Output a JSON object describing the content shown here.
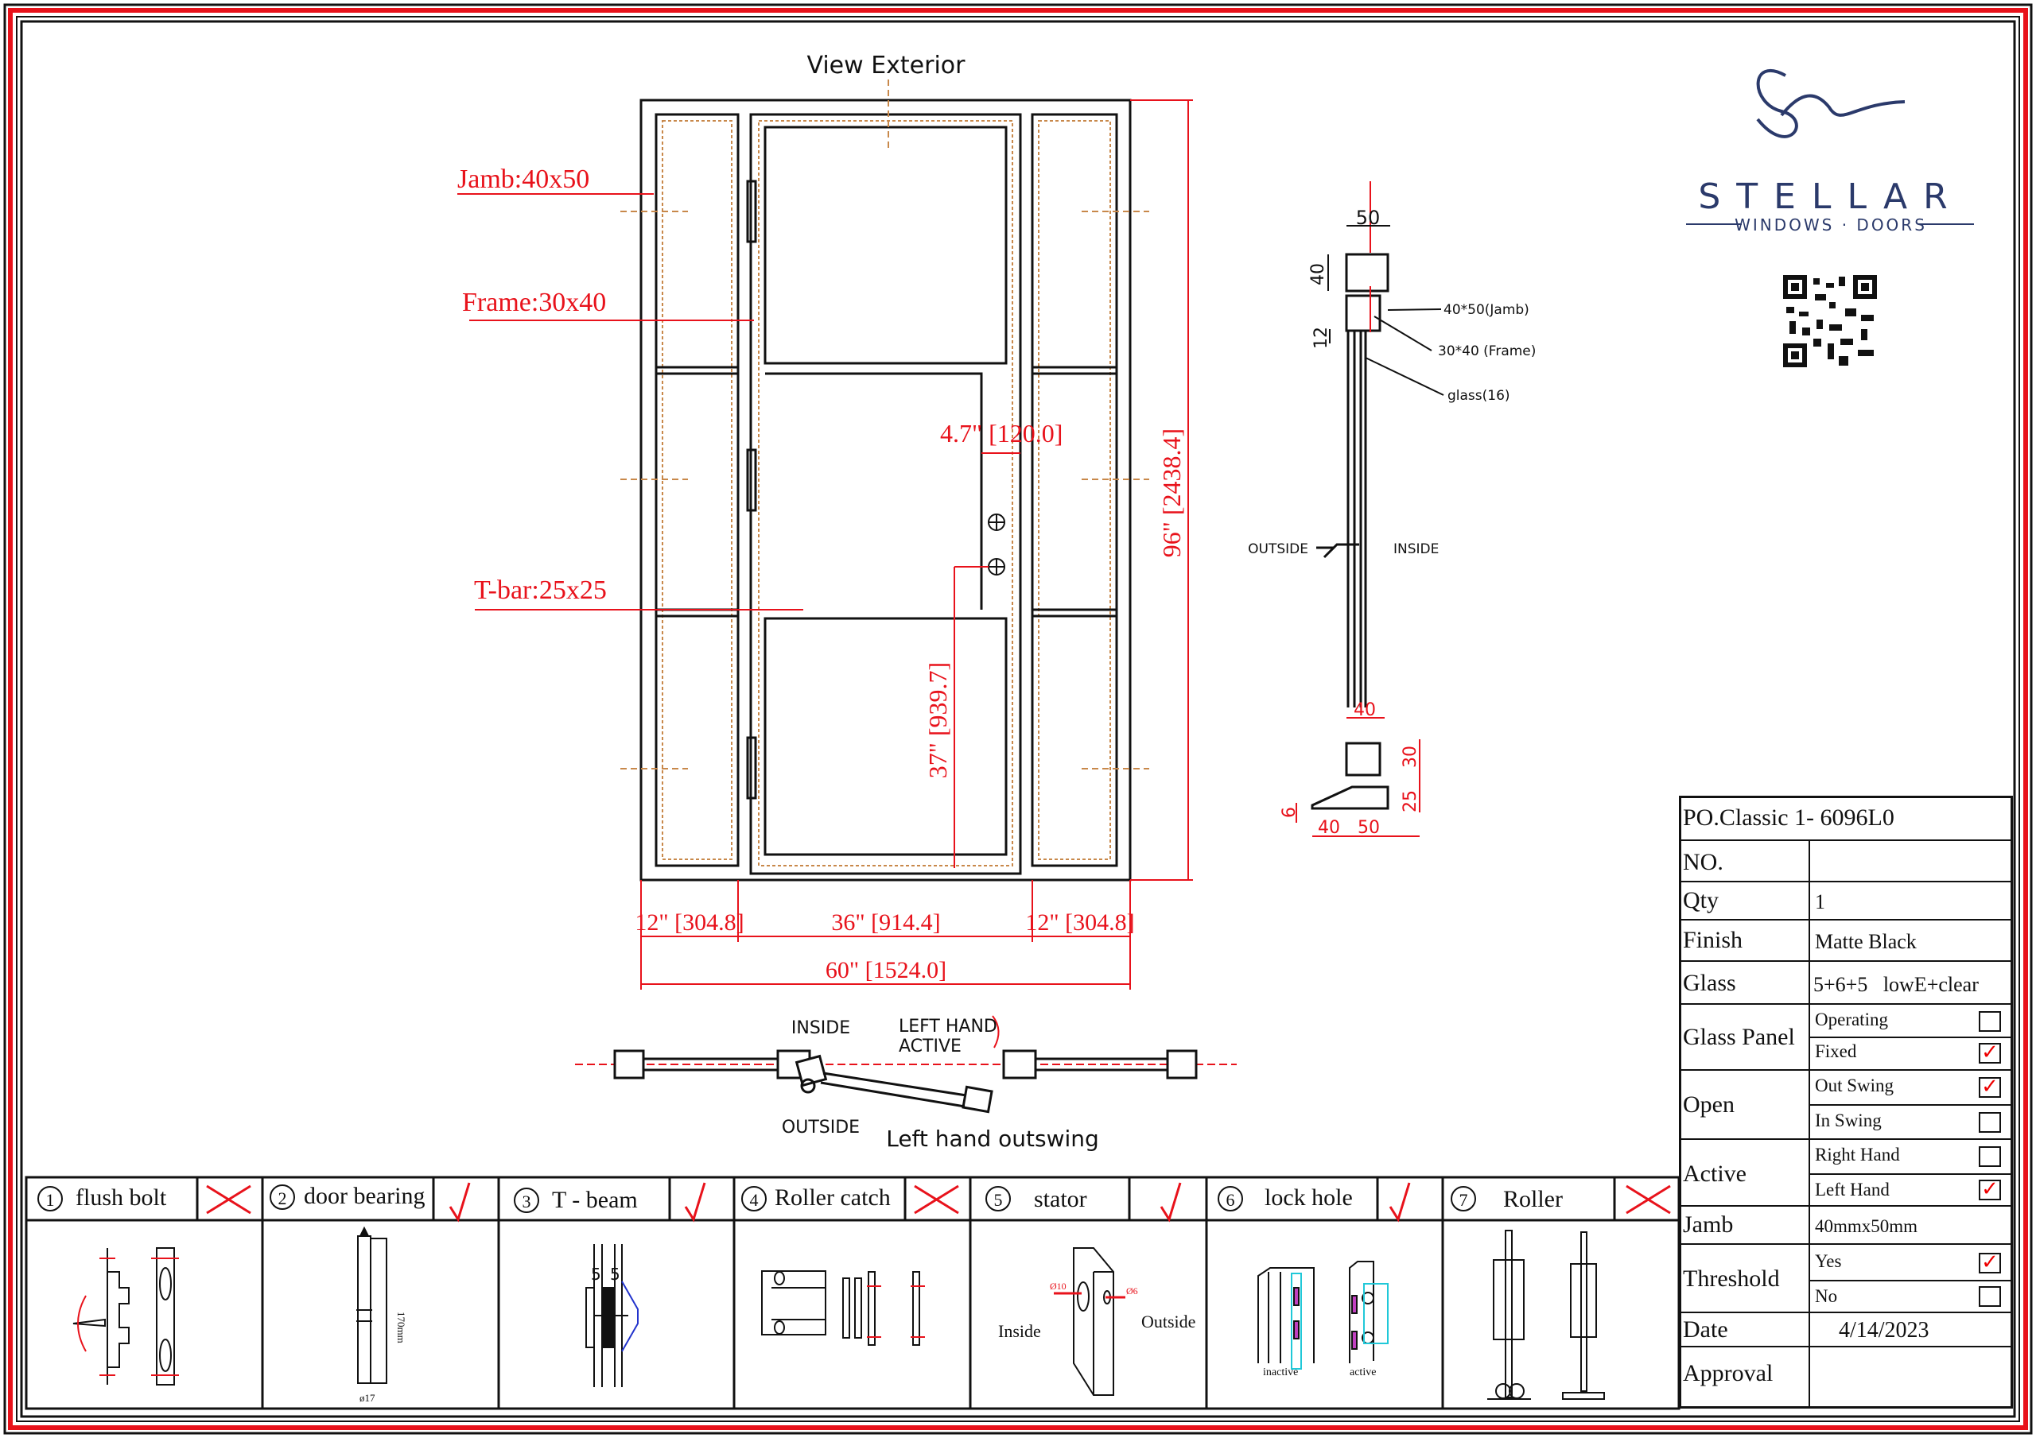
{
  "drawing": {
    "view_title": "View Exterior",
    "labels": {
      "jamb": "Jamb:40x50",
      "frame": "Frame:30x40",
      "tbar": "T-bar:25x25"
    },
    "dimensions": {
      "handle_offset": "4.7\" [120.0]",
      "total_height": "96\" [2438.4]",
      "handle_height": "37\" [939.7]",
      "left_sidelite": "12\" [304.8]",
      "door_width": "36\" [914.4]",
      "right_sidelite": "12\" [304.8]",
      "total_width": "60\" [1524.0]"
    }
  },
  "section": {
    "top_width": "50",
    "jamb_depth": "40",
    "glass_bite": "12",
    "jamb_label": "40*50(Jamb)",
    "frame_label": "30*40 (Frame)",
    "glass_label": "glass(16)",
    "outside": "OUTSIDE",
    "inside": "INSIDE",
    "sill": {
      "top": "40",
      "frame_h": "30",
      "sill_h": "25",
      "slope": "6",
      "nose": "40",
      "base": "50"
    }
  },
  "plan": {
    "inside": "INSIDE",
    "outside": "OUTSIDE",
    "active_line1": "LEFT HAND",
    "active_line2": "ACTIVE",
    "caption": "Left hand outswing"
  },
  "logo": {
    "brand": "STELLAR",
    "tagline": "WINDOWS · DOORS"
  },
  "hardware": [
    {
      "num": "1",
      "label": "flush bolt",
      "included": false
    },
    {
      "num": "2",
      "label": "door bearing",
      "included": true,
      "dim1": "170mm",
      "dim2": "ø17"
    },
    {
      "num": "3",
      "label": "T - beam",
      "included": true,
      "dim1": "5",
      "dim2": "5"
    },
    {
      "num": "4",
      "label": "Roller catch",
      "included": false
    },
    {
      "num": "5",
      "label": "stator",
      "included": true,
      "inside": "Inside",
      "outside": "Outside",
      "d1": "Ø10",
      "d2": "Ø6"
    },
    {
      "num": "6",
      "label": "lock hole",
      "included": true,
      "inactive": "inactive",
      "active": "active"
    },
    {
      "num": "7",
      "label": "Roller",
      "included": false
    }
  ],
  "spec": {
    "title": "PO.Classic 1- 6096L0",
    "no_label": "NO.",
    "no_value": "",
    "qty_label": "Qty",
    "qty_value": "1",
    "finish_label": "Finish",
    "finish_value": "Matte Black",
    "glass_label": "Glass",
    "glass_value": "5+6+5   lowE+clear",
    "glass_panel_label": "Glass Panel",
    "glass_panel_options": [
      {
        "label": "Operating",
        "checked": false
      },
      {
        "label": "Fixed",
        "checked": true
      }
    ],
    "open_label": "Open",
    "open_options": [
      {
        "label": "Out Swing",
        "checked": true
      },
      {
        "label": "In Swing",
        "checked": false
      }
    ],
    "active_label": "Active",
    "active_options": [
      {
        "label": "Right Hand",
        "checked": false
      },
      {
        "label": "Left Hand",
        "checked": true
      }
    ],
    "jamb_label": "Jamb",
    "jamb_value": "40mmx50mm",
    "threshold_label": "Threshold",
    "threshold_options": [
      {
        "label": "Yes",
        "checked": true
      },
      {
        "label": "No",
        "checked": false
      }
    ],
    "date_label": "Date",
    "date_value": "4/14/2023",
    "approval_label": "Approval",
    "approval_value": ""
  },
  "colors": {
    "red": "#e8121b",
    "black": "#111111",
    "navy": "#2b3a6b",
    "cyan": "#20c8d8"
  }
}
